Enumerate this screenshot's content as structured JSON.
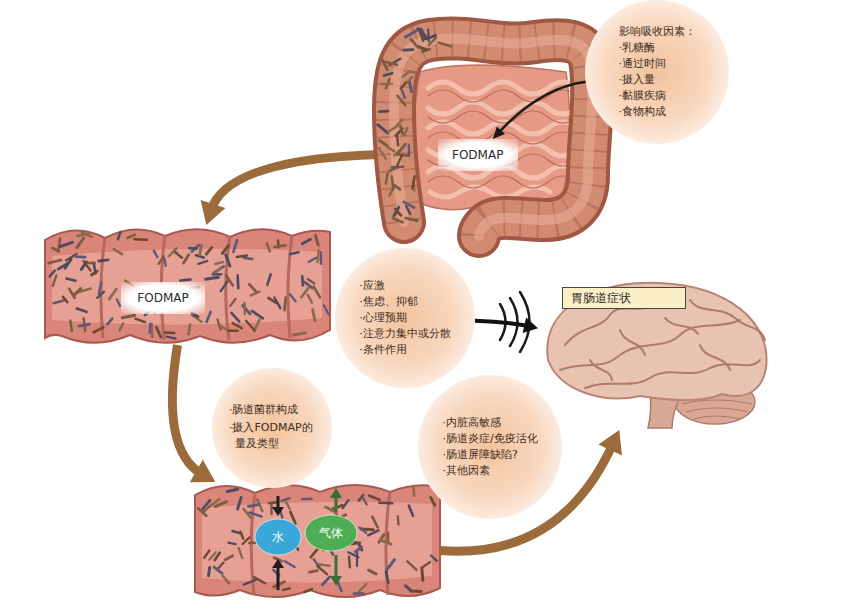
{
  "diagram": {
    "nodes": [
      {
        "text": [
          "FODMAP"
        ]
      },
      {
        "text": [
          "影响吸收因素：",
          "·乳糖酶",
          "·通过时间",
          "·摄入量",
          "·黏膜疾病",
          "·食物构成"
        ]
      },
      {
        "text": [
          "FODMAP"
        ]
      },
      {
        "text": [
          "·应激",
          "·焦虑、抑郁",
          "·心理预期",
          "·注意力集中或分散",
          "·条件作用"
        ]
      },
      {
        "text": [
          "胃肠道症状"
        ]
      },
      {
        "text": [
          "·肠道菌群构成",
          "·摄入FODMAP的量及类型"
        ]
      },
      {
        "text": [
          "·内脏高敏感",
          "·肠道炎症/免疫活化",
          "·肠道屏障缺陷?",
          "·其他因素"
        ]
      },
      {
        "text": []
      },
      {
        "text": [
          "水"
        ],
        "in": 7
      },
      {
        "text": [
          "气体"
        ],
        "in": 7
      }
    ],
    "edges": [
      {
        "from": 1,
        "to": 0,
        "arrow": "to"
      },
      {
        "from": 0,
        "to": 2,
        "arrow": "to"
      },
      {
        "from": 2,
        "to": 7,
        "arrow": "to"
      },
      {
        "from": 7,
        "to": 4,
        "arrow": "to"
      },
      {
        "from": 3,
        "to": 4,
        "arrow": "to"
      }
    ]
  }
}
